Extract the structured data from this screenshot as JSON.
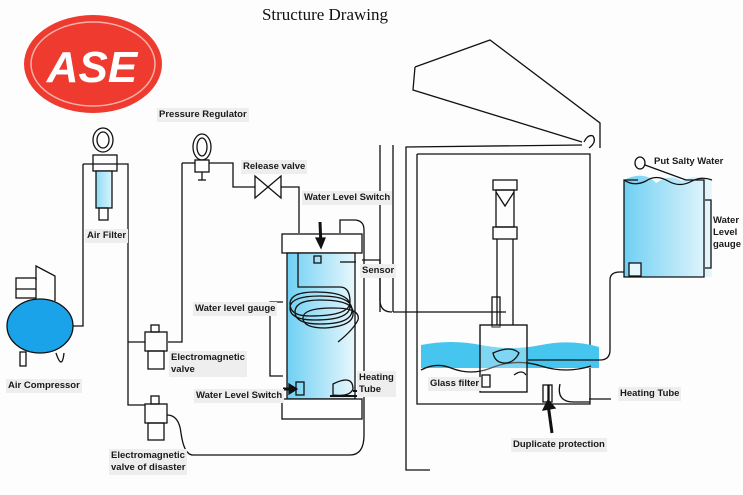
{
  "title": "Structure Drawing",
  "logo": {
    "text": "ASE",
    "color": "#ee3a2f",
    "text_color": "#ffffff"
  },
  "colors": {
    "water": "#43c3ef",
    "water_light": "#d6f1fb",
    "compressor": "#1aa3e8",
    "line": "#111111"
  },
  "labels": {
    "pressure_regulator": "Pressure Regulator",
    "air_filter": "Air Filter",
    "release_valve": "Release valve",
    "water_level_switch_top": "Water Level Switch",
    "sensor": "Sensor",
    "water_level_gauge": "Water level gauge",
    "electromagnetic_valve_line1": "Electromagnetic",
    "electromagnetic_valve_line2": "valve",
    "heating_tube_line1": "Heating",
    "heating_tube_line2": "Tube",
    "water_level_switch_bottom": "Water Level Switch",
    "air_compressor": "Air Compressor",
    "valve_of_disaster_line1": "Electromagnetic",
    "valve_of_disaster_line2": "valve of disaster",
    "glass_filter": "Glass filter",
    "duplicate_protection": "Duplicate protection",
    "heating_tube_right": "Heating Tube",
    "put_salty_water": "Put Salty Water",
    "water_level_gauge_right_1": "Water",
    "water_level_gauge_right_2": "Level",
    "water_level_gauge_right_3": "gauge"
  }
}
